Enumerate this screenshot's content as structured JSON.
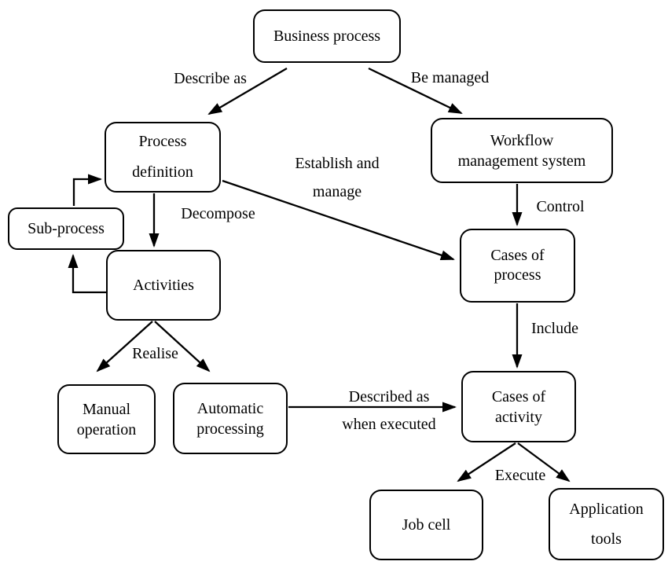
{
  "diagram": {
    "background": "#ffffff",
    "line_color": "#000000",
    "text_color": "#000000",
    "nodes": {
      "business_process": {
        "label": "Business process"
      },
      "process_definition": {
        "label": "Process\ndefinition"
      },
      "workflow_management_system": {
        "label": "Workflow\nmanagement system"
      },
      "sub_process": {
        "label": "Sub-process"
      },
      "activities": {
        "label": "Activities"
      },
      "cases_of_process": {
        "label": "Cases of\nprocess"
      },
      "manual_operation": {
        "label": "Manual\noperation"
      },
      "automatic_processing": {
        "label": "Automatic\nprocessing"
      },
      "cases_of_activity": {
        "label": "Cases of\nactivity"
      },
      "job_cell": {
        "label": "Job cell"
      },
      "application_tools": {
        "label": "Application\ntools"
      }
    },
    "edges": [
      {
        "from": "business_process",
        "to": "process_definition",
        "label": "Describe as"
      },
      {
        "from": "business_process",
        "to": "workflow_management_system",
        "label": "Be managed"
      },
      {
        "from": "process_definition",
        "to": "activities",
        "label": "Decompose"
      },
      {
        "from": "sub_process",
        "to": "process_definition",
        "label": ""
      },
      {
        "from": "activities",
        "to": "sub_process",
        "label": ""
      },
      {
        "from": "workflow_management_system",
        "to": "cases_of_process",
        "label": "Control"
      },
      {
        "from": "process_definition",
        "to": "cases_of_process",
        "label": "Establish and\nmanage"
      },
      {
        "from": "cases_of_process",
        "to": "cases_of_activity",
        "label": "Include"
      },
      {
        "from": "activities",
        "to": "manual_operation",
        "label": "Realise"
      },
      {
        "from": "activities",
        "to": "automatic_processing",
        "label": ""
      },
      {
        "from": "automatic_processing",
        "to": "cases_of_activity",
        "label": "Described as\nwhen executed"
      },
      {
        "from": "cases_of_activity",
        "to": "job_cell",
        "label": "Execute"
      },
      {
        "from": "cases_of_activity",
        "to": "application_tools",
        "label": ""
      }
    ]
  }
}
